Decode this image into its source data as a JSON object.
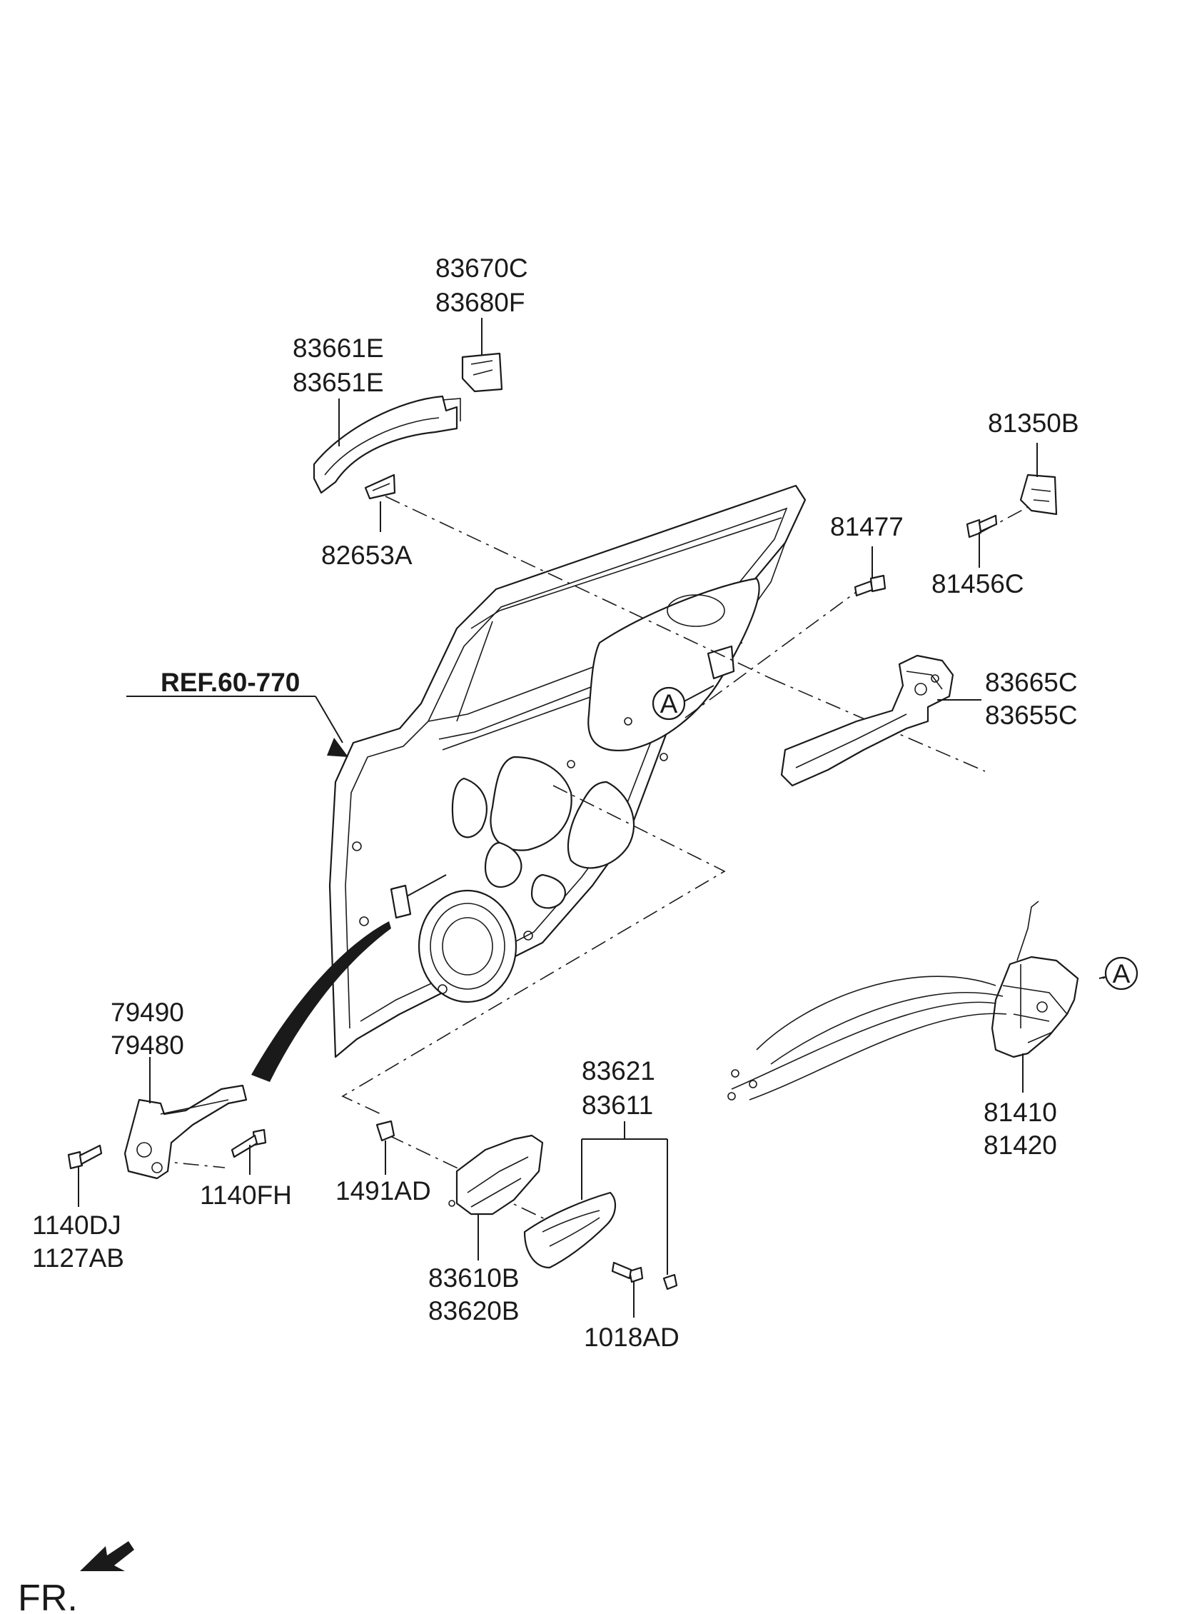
{
  "labels": {
    "p83670C": "83670C",
    "p83680F": "83680F",
    "p83661E": "83661E",
    "p83651E": "83651E",
    "p82653A": "82653A",
    "p81350B": "81350B",
    "p81477": "81477",
    "p81456C": "81456C",
    "ref": "REF.60-770",
    "p83665C": "83665C",
    "p83655C": "83655C",
    "circleA1": "A",
    "circleA2": "A",
    "p79490": "79490",
    "p79480": "79480",
    "p83621": "83621",
    "p83611": "83611",
    "p81410": "81410",
    "p81420": "81420",
    "p1140DJ": "1140DJ",
    "p1127AB": "1127AB",
    "p1140FH": "1140FH",
    "p1491AD": "1491AD",
    "p83610B": "83610B",
    "p83620B": "83620B",
    "p1018AD": "1018AD",
    "fr": "FR."
  }
}
